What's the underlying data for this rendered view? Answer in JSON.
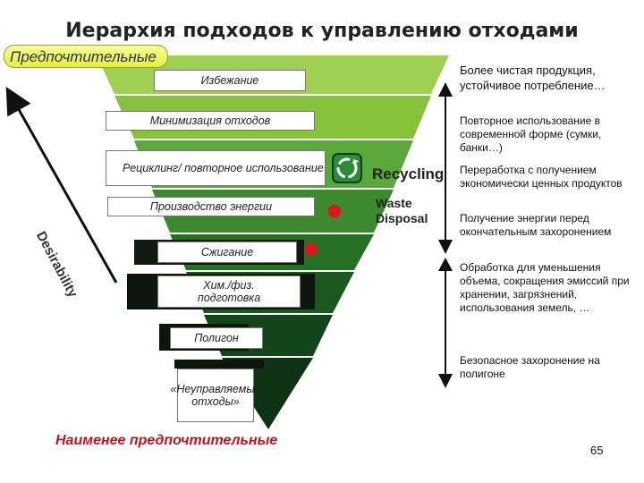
{
  "title": "Иерархия подходов к управлению отходами",
  "badge_top": "Предпочтительные",
  "label_bottom": "Наименее предпочтительные",
  "axis_label": "Desirability",
  "tiers": [
    {
      "label": "Избежание"
    },
    {
      "label": "Минимизация отходов"
    },
    {
      "label": "Рециклинг/ повторное использование"
    },
    {
      "label": "Производство энергии"
    },
    {
      "label": "Сжигание"
    },
    {
      "label": "Хим./физ. подготовка"
    },
    {
      "label": "Полигон"
    },
    {
      "label": "«Неуправляемые отходы»"
    }
  ],
  "icons": {
    "recycling_label": "Recycling",
    "waste_disposal_label": "Waste Disposal",
    "recycle_icon": "recycle-icon",
    "stop_icon": "stop-octagon-icon"
  },
  "right_blocks": [
    {
      "text": "Более чистая продукция, устойчивое потребление…"
    },
    {
      "text": "Повторное использование в современной форме (сумки, банки…)"
    },
    {
      "text": "Переработка с получением экономически ценных продуктов"
    },
    {
      "text": "Получение энергии перед окончательным захоронением"
    },
    {
      "text": "Обработка для уменьшения объема, сокращения эмиссий при хранении, загрязнений, использования земель, …"
    },
    {
      "text": "Безопасное захоронение на полигоне"
    }
  ],
  "page_number": "65",
  "colors": {
    "green_top": "#8dc63f",
    "green_bottom": "#0f3d1a",
    "stop_red": "#e0141e",
    "least_red": "#c0141a"
  }
}
